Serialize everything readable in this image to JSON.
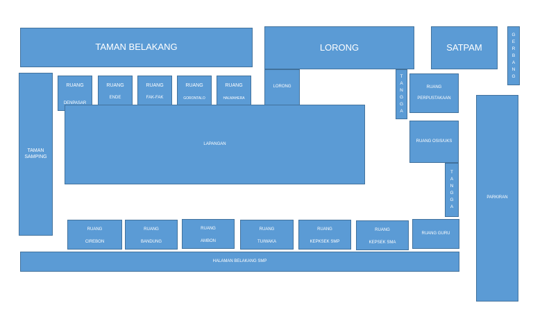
{
  "taman_belakang": "TAMAN BELAKANG",
  "lorong_top": "LORONG",
  "satpam": "SATPAM",
  "gerbang": "GERBANG",
  "taman_samping": [
    "TAMAN",
    "SAMPING"
  ],
  "ruang_denpasar": [
    "RUANG",
    "DENPASAR"
  ],
  "ruang_ende": [
    "RUANG",
    "ENDE"
  ],
  "ruang_fakfak": [
    "RUANG",
    "FAK-FAK"
  ],
  "ruang_gorontalo": [
    "RUANG",
    "GORONTALO"
  ],
  "ruang_halmahera": [
    "RUANG",
    "HALMAHERA"
  ],
  "lorong_small": "LORONG",
  "tangga1": "TANGGA",
  "ruang_perpustakaan": [
    "RUANG",
    "PERPUSTAKAAN"
  ],
  "lapangan": "LAPANGAN",
  "ruang_osis": "RUANG OSIS/UKS",
  "tangga2": "TANGGA",
  "parkiran": "PARKIRAN",
  "ruang_cirebon": [
    "RUANG",
    "CIREBON"
  ],
  "ruang_bandung": [
    "RUANG",
    "BANDUNG"
  ],
  "ruang_ambon": [
    "RUANG",
    "AMBON"
  ],
  "ruang_tuwaka": [
    "RUANG",
    "TU/WAKA"
  ],
  "ruang_kepksek_smp": [
    "RUANG",
    "KEPKSEK SMP"
  ],
  "ruang_kepsek_sma": [
    "RUANG",
    "KEPSEK SMA"
  ],
  "ruang_guru": "RUANG GURU",
  "halaman_belakang_smp": "HALAMAN BELAKANG SMP",
  "colors": {
    "fill": "#5b9bd5",
    "border": "#41719c",
    "text": "#ffffff"
  }
}
